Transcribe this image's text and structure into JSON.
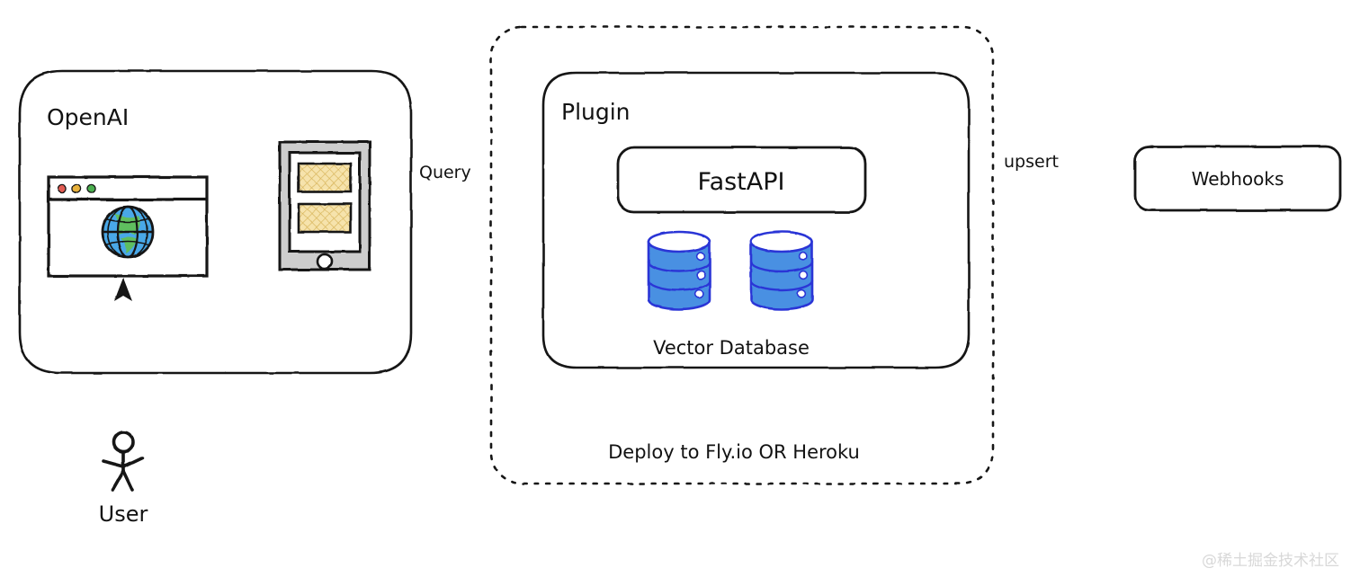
{
  "diagram": {
    "title_openai": "OpenAI",
    "title_plugin": "Plugin",
    "containers": [
      {
        "id": "openai",
        "label": "OpenAI",
        "style": "solid-rounded"
      },
      {
        "id": "deploy",
        "label": "Deploy to Fly.io OR Heroku",
        "style": "dashed-rounded"
      },
      {
        "id": "plugin",
        "label": "Plugin",
        "style": "solid-rounded"
      }
    ],
    "nodes": [
      {
        "id": "browser",
        "label": "browser-window-icon"
      },
      {
        "id": "phone",
        "label": "mobile-device-icon"
      },
      {
        "id": "fastapi",
        "label": "FastAPI"
      },
      {
        "id": "vectordb",
        "label": "Vector Database"
      },
      {
        "id": "webhooks",
        "label": "Webhooks"
      },
      {
        "id": "user",
        "label": "User"
      }
    ],
    "edges": [
      {
        "id": "query",
        "label": "Query",
        "from": "fastapi",
        "to": "phone",
        "direction": "left"
      },
      {
        "id": "upsert",
        "label": "upsert",
        "from": "webhooks",
        "to": "fastapi",
        "direction": "left"
      },
      {
        "id": "user-to-browser",
        "label": "",
        "from": "user",
        "to": "browser",
        "direction": "up"
      }
    ],
    "labels": {
      "fastapi": "FastAPI",
      "vector_database": "Vector Database",
      "webhooks": "Webhooks",
      "user": "User",
      "query": "Query",
      "upsert": "upsert",
      "deploy_note": "Deploy to Fly.io OR Heroku"
    },
    "watermark": "@稀土掘金技术社区",
    "colors": {
      "stroke": "#121212",
      "background": "#ffffff",
      "database_fill": "#4a90e2",
      "database_stroke": "#2b35d6",
      "globe_water": "#4aa8e8",
      "globe_land": "#5fbe5f",
      "device_body": "#cdcdcd",
      "highlight_block": "#f4dfa0",
      "dot_red": "#e35b52",
      "dot_yellow": "#e8b13a",
      "dot_green": "#4caf50",
      "watermark": "#d8d8d8"
    }
  }
}
